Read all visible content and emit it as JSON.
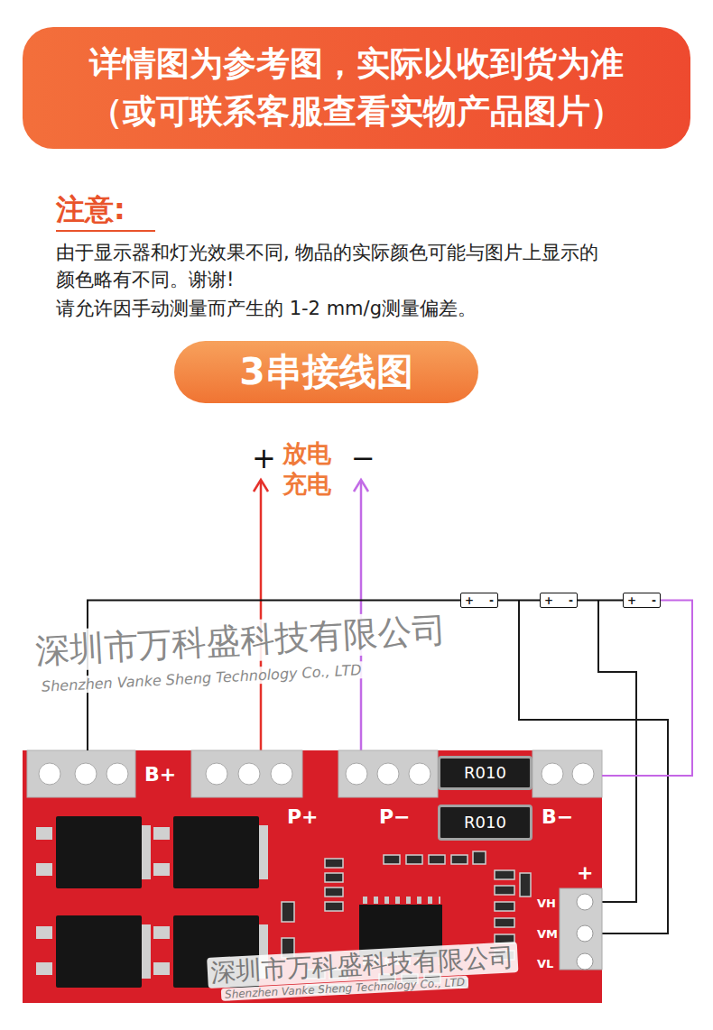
{
  "diagram": {
    "nodes": [
      {
        "text": [
          "详情图为参考图，实际以收到货为准",
          "（或可联系客服查看实物产品图片）"
        ]
      },
      {
        "text": [
          "3串接线图"
        ]
      },
      {
        "text": [
          "+",
          "-"
        ]
      },
      {
        "text": [
          "+",
          "-"
        ]
      },
      {
        "text": [
          "+",
          "-"
        ]
      },
      {
        "text": [
          "B+",
          "P+",
          "P−",
          "B−"
        ]
      },
      {
        "text": [
          "R010"
        ],
        "in": 5
      },
      {
        "text": [
          "R010"
        ],
        "in": 5
      },
      {
        "text": [
          "+",
          "VH",
          "VM",
          "VL"
        ],
        "in": 5
      }
    ],
    "edges": [
      {
        "from": 5,
        "to": 2,
        "arrow": "none"
      },
      {
        "from": 2,
        "to": 3,
        "arrow": "none"
      },
      {
        "from": 3,
        "to": 4,
        "arrow": "none"
      },
      {
        "from": 4,
        "to": 5,
        "arrow": "none"
      }
    ],
    "labels": [
      "注意:",
      "由于显示器和灯光效果不同, 物品的实际颜色可能与图片上显示的 颜色略有不同。谢谢!",
      "请允许因手动测量而产生的 1-2 mm/g测量偏差。",
      "+",
      "放电",
      "充电",
      "−",
      "深圳市万科盛科技有限公司",
      "Shenzhen Vanke Sheng Technology Co., LTD",
      "深圳市万科盛科技有限公司",
      "Shenzhen Vanke Sheng Technology Co., LTD"
    ]
  }
}
